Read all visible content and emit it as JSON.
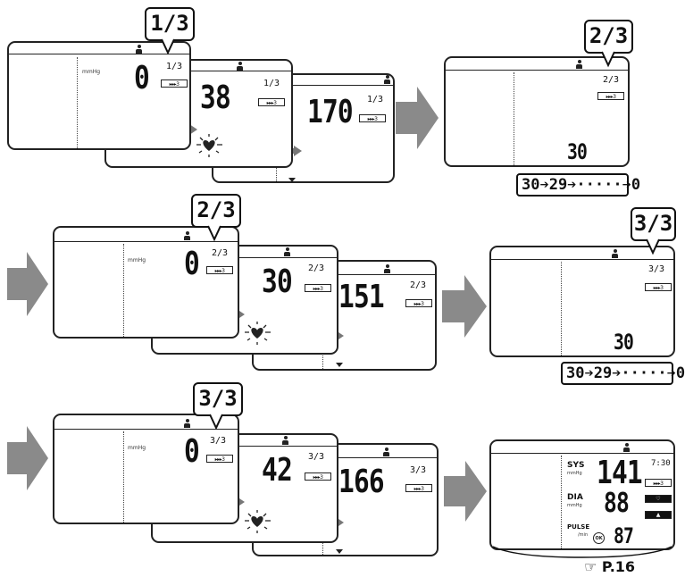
{
  "display": {
    "unit": "mmHg",
    "progress_bar": "▸▸▸3",
    "sys_label": "SYS",
    "dia_label": "DIA",
    "pulse_label": "PULSE",
    "sys_unit": "mmHg",
    "dia_unit": "mmHg",
    "pulse_unit": "/min",
    "ok_label": "OK",
    "ref_page": "P.16"
  },
  "rows": [
    {
      "callout": "1/3",
      "screens": [
        {
          "value": "0",
          "fraction": "1/3"
        },
        {
          "value": "38",
          "fraction": "1/3"
        },
        {
          "value": "170",
          "fraction": "1/3"
        }
      ],
      "countdown": {
        "fraction": "2/3",
        "value": "30",
        "sequence": "30➔29➔·····➔0"
      }
    },
    {
      "callout": "2/3",
      "screens": [
        {
          "value": "0",
          "fraction": "2/3"
        },
        {
          "value": "30",
          "fraction": "2/3"
        },
        {
          "value": "151",
          "fraction": "2/3"
        }
      ],
      "countdown": {
        "fraction": "3/3",
        "value": "30",
        "sequence": "30➔29➔·····➔0"
      }
    },
    {
      "callout": "3/3",
      "screens": [
        {
          "value": "0",
          "fraction": "3/3"
        },
        {
          "value": "42",
          "fraction": "3/3"
        },
        {
          "value": "166",
          "fraction": "3/3"
        }
      ]
    }
  ],
  "result": {
    "sys": "141",
    "dia": "88",
    "pulse": "87",
    "time": "7:30"
  }
}
